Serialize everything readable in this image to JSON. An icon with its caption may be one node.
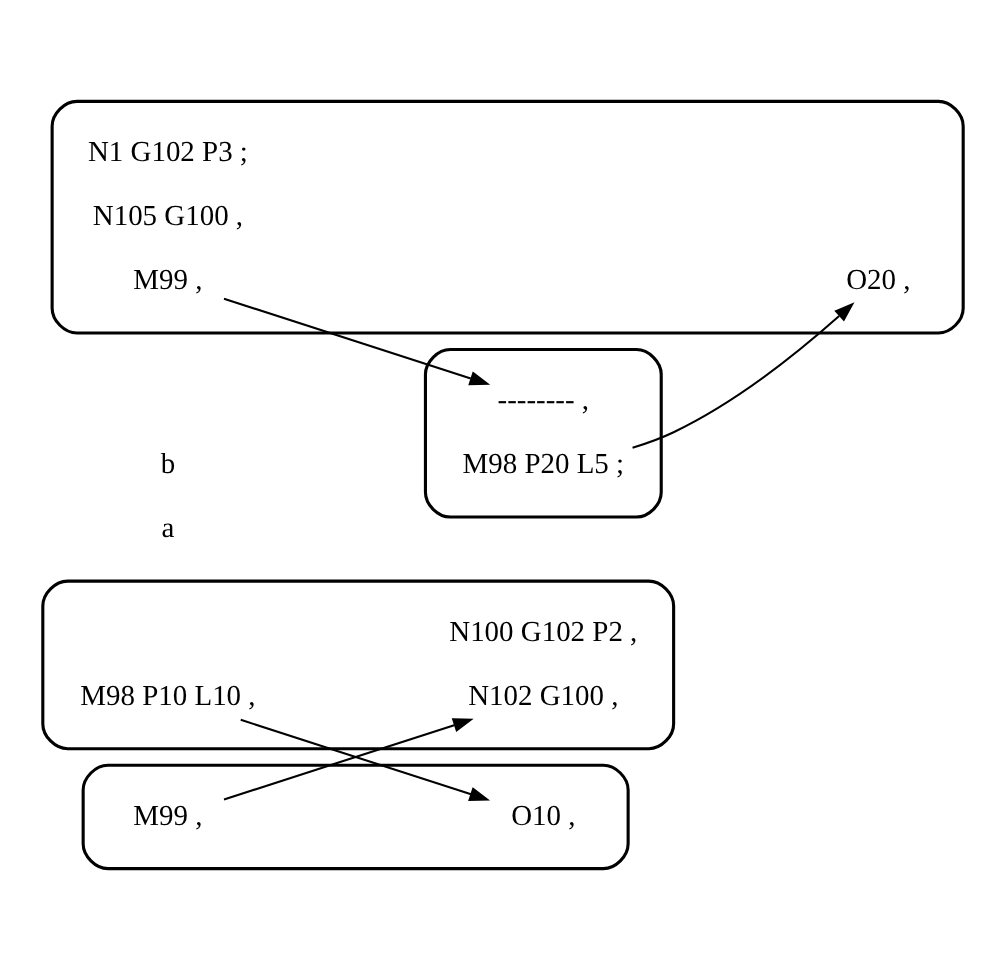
{
  "diagram": {
    "nodes": [
      {
        "text": [],
        "shape": "page"
      },
      {
        "text": [
          "N100 G102 P2 ,"
        ],
        "in": 0
      },
      {
        "text": [
          "M98 P10 L10 ,"
        ],
        "in": 0
      },
      {
        "text": [
          "N102 G100 ,"
        ],
        "in": 0
      },
      {
        "text": [],
        "shape": "page"
      },
      {
        "text": [
          "O10 ,"
        ],
        "in": 4
      },
      {
        "text": [
          "M99 ,"
        ],
        "in": 4
      },
      {
        "text": [],
        "shape": "page"
      },
      {
        "text": [
          "M98 P20 L5 ;"
        ],
        "in": 7
      },
      {
        "text": [
          "-------- ,"
        ],
        "in": 7
      },
      {
        "text": [],
        "shape": "page"
      },
      {
        "text": [
          "O20 ,"
        ],
        "in": 10
      },
      {
        "text": [
          "N1 G102 P3 ;"
        ],
        "in": 10
      },
      {
        "text": [
          "N105 G100 ,"
        ],
        "in": 10
      },
      {
        "text": [
          "M99 ,"
        ],
        "in": 10
      }
    ],
    "edges": [
      {
        "from": 2,
        "to": 5,
        "arrow": "to"
      },
      {
        "from": 6,
        "to": 3,
        "arrow": "to"
      },
      {
        "from": 8,
        "to": 11,
        "arrow": "to"
      },
      {
        "from": 14,
        "to": 9,
        "arrow": "to"
      }
    ],
    "labels": [
      "a",
      "b"
    ]
  }
}
